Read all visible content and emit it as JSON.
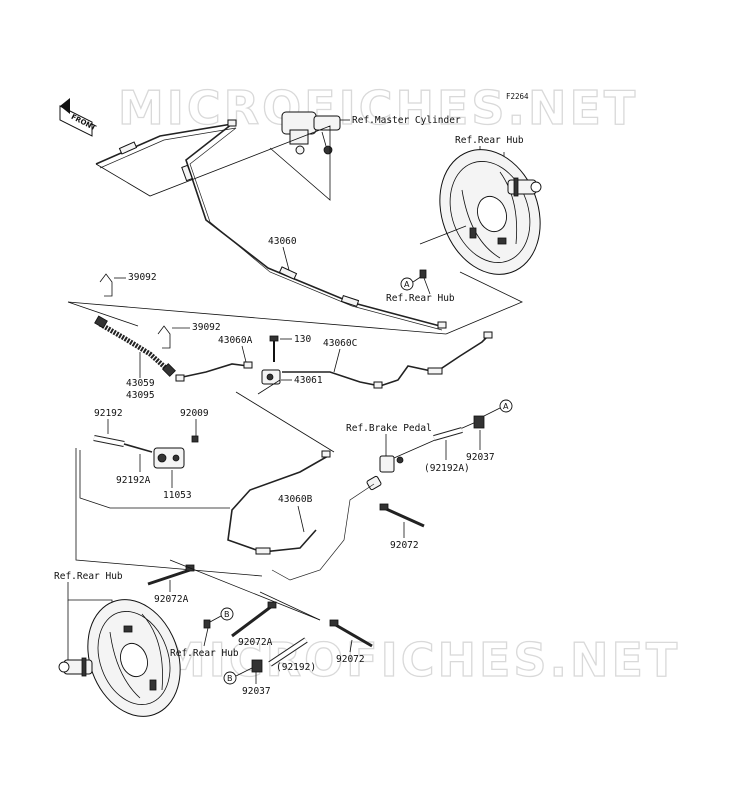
{
  "figure_code": "F2264",
  "watermark": "MICROFICHES.NET",
  "front_badge": "FRONT",
  "circle_labels": {
    "a": "A",
    "b": "B"
  },
  "labels": {
    "ref_master_cylinder": "Ref.Master Cylinder",
    "ref_rear_hub_top": "Ref.Rear Hub",
    "ref_rear_hub_mid": "Ref.Rear Hub",
    "ref_brake_pedal": "Ref.Brake Pedal",
    "ref_rear_hub_left": "Ref.Rear Hub",
    "ref_rear_hub_bottom": "Ref.Rear Hub",
    "p43060": "43060",
    "p39092_a": "39092",
    "p39092_b": "39092",
    "p43059": "43059",
    "p43095": "43095",
    "p43060a": "43060A",
    "p130": "130",
    "p43060c": "43060C",
    "p43061": "43061",
    "p92192": "92192",
    "p92009": "92009",
    "p92192a": "92192A",
    "p11053": "11053",
    "p92192a_paren": "(92192A)",
    "p92037_right": "92037",
    "p43060b": "43060B",
    "p92072_right": "92072",
    "p92072a_left": "92072A",
    "p92072a_bottom": "92072A",
    "p92192_paren": "(92192)",
    "p92072_bottom": "92072",
    "p92037_bottom": "92037"
  }
}
